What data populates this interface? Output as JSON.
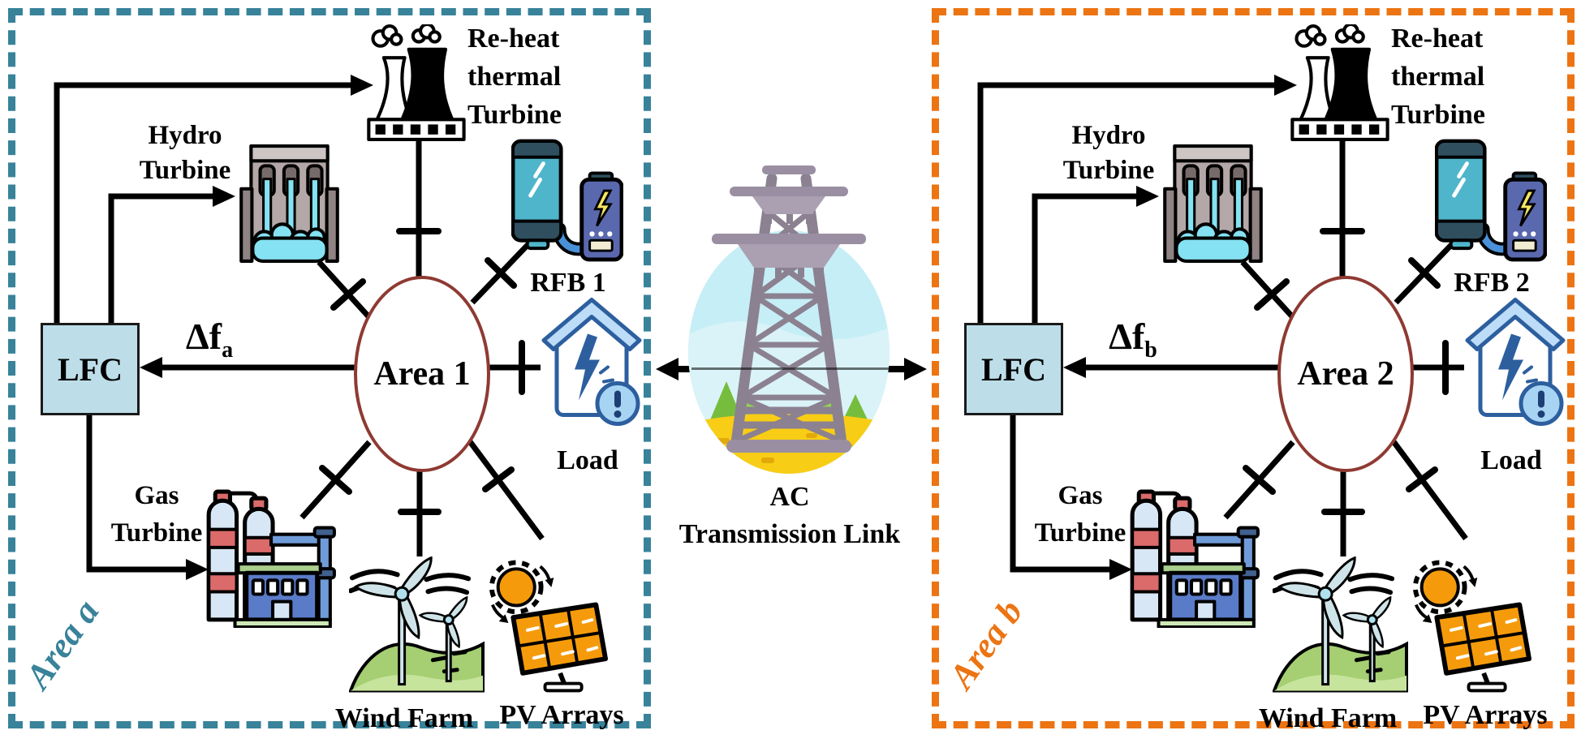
{
  "title": "Two-area interconnected power system with LFC",
  "colors": {
    "area_a_accent": "#38829a",
    "area_b_accent": "#ec7412",
    "bus_outline": "#8e3a32",
    "lfc_fill": "#bddee9",
    "line": "#000000"
  },
  "icons": {
    "reheat": "cooling-tower-icon",
    "hydro": "dam-icon",
    "rfb": "battery-storage-icon",
    "load": "house-load-icon",
    "gas": "gas-plant-icon",
    "wind": "wind-turbines-icon",
    "pv": "solar-panel-icon",
    "center": "transmission-tower-icon"
  },
  "areas": [
    {
      "frame_label": "Area a",
      "bus_label": "Area 1",
      "lfc_label": "LFC",
      "freq_symbol": "Δf",
      "freq_sub": "a",
      "rfb_label": "RFB 1",
      "reheat_lines": [
        "Re-heat",
        "thermal",
        "Turbine"
      ],
      "hydro_lines": [
        "Hydro",
        "Turbine"
      ],
      "gas_lines": [
        "Gas",
        "Turbine"
      ],
      "load_label": "Load",
      "wind_label": "Wind Farm",
      "pv_label": "PV Arrays"
    },
    {
      "frame_label": "Area b",
      "bus_label": "Area 2",
      "lfc_label": "LFC",
      "freq_symbol": "Δf",
      "freq_sub": "b",
      "rfb_label": "RFB 2",
      "reheat_lines": [
        "Re-heat",
        "thermal",
        "Turbine"
      ],
      "hydro_lines": [
        "Hydro",
        "Turbine"
      ],
      "gas_lines": [
        "Gas",
        "Turbine"
      ],
      "load_label": "Load",
      "wind_label": "Wind Farm",
      "pv_label": "PV Arrays"
    }
  ],
  "center": {
    "line1": "AC",
    "line2": "Transmission Link"
  }
}
